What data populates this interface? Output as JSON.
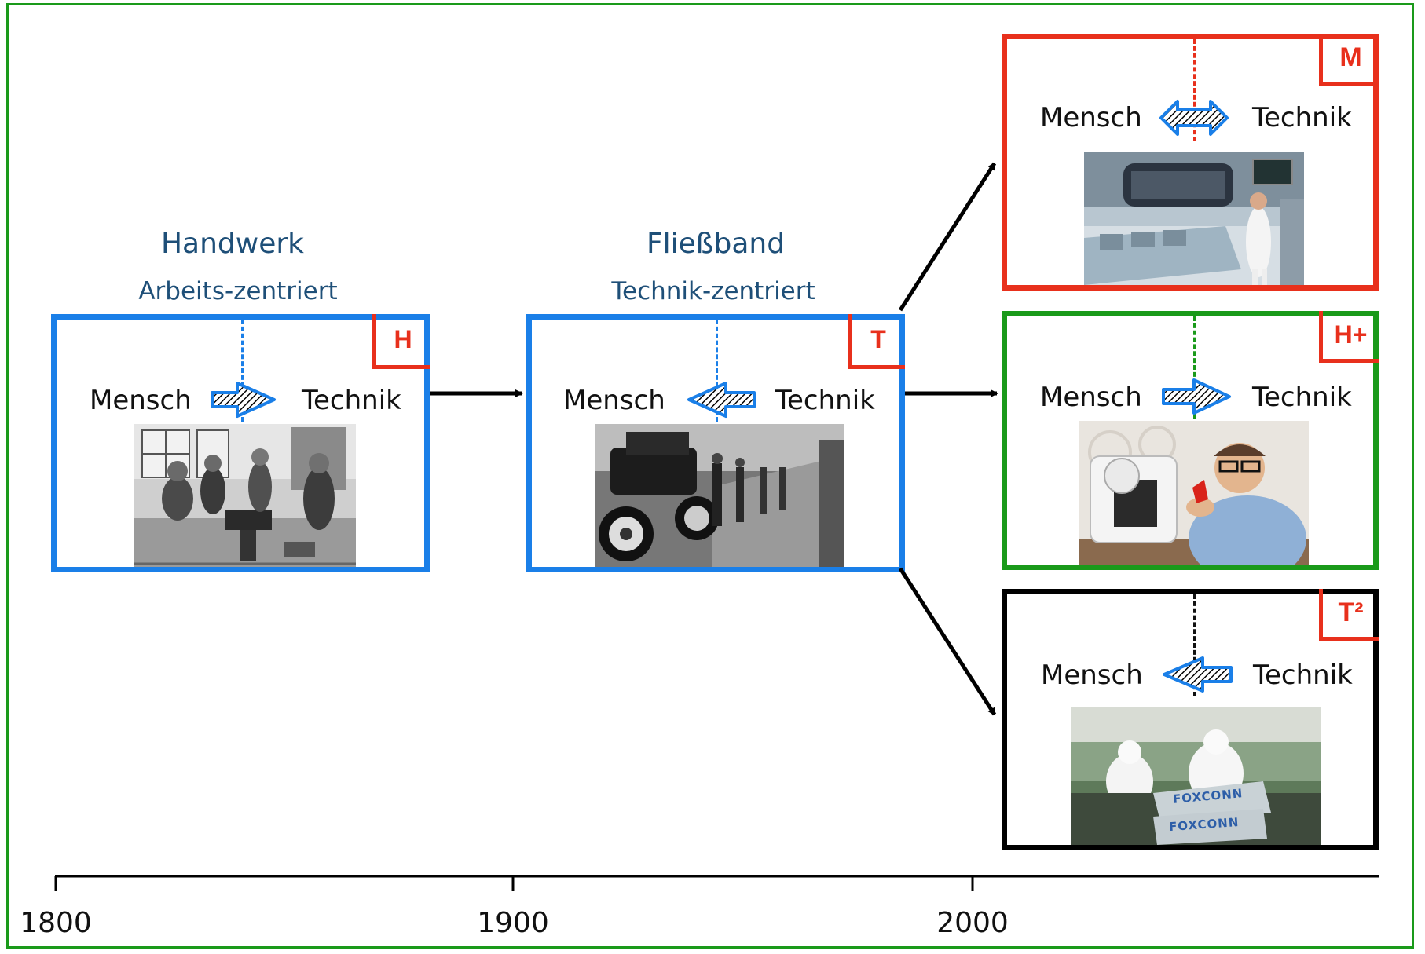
{
  "stages": [
    {
      "id": "handwerk",
      "title": "Handwerk",
      "subtitle": "Arbeits-zentriert",
      "badge": "H",
      "left": "Mensch",
      "right": "Technik",
      "arrow_direction": "right",
      "border_color": "#1a7fe8",
      "photo": "craftsmen-workshop-engraving"
    },
    {
      "id": "fliessband",
      "title": "Fließband",
      "subtitle": "Technik-zentriert",
      "badge": "T",
      "left": "Mensch",
      "right": "Technik",
      "arrow_direction": "left",
      "border_color": "#1a7fe8",
      "photo": "assembly-line-cars-photo"
    },
    {
      "id": "m",
      "badge": "M",
      "left": "Mensch",
      "right": "Technik",
      "arrow_direction": "both",
      "border_color": "#e8301c",
      "photo": "car-factory-worker-photo"
    },
    {
      "id": "hplus",
      "badge": "H+",
      "left": "Mensch",
      "right": "Technik",
      "arrow_direction": "right",
      "border_color": "#1a9a1a",
      "photo": "man-with-3d-printer-photo"
    },
    {
      "id": "t2",
      "badge": "T²",
      "left": "Mensch",
      "right": "Technik",
      "arrow_direction": "left",
      "border_color": "#000000",
      "photo": "foxconn-workers-photo"
    }
  ],
  "photo_text": {
    "foxconn_1": "FOXCONN",
    "foxconn_2": "FOXCONN"
  },
  "timeline": {
    "ticks": [
      "1800",
      "1900",
      "2000"
    ]
  },
  "colors": {
    "frame": "#1a9a1a",
    "title": "#1e4f78",
    "badge_text": "#e8301c",
    "arrow_fill": "#1a7fe8"
  }
}
